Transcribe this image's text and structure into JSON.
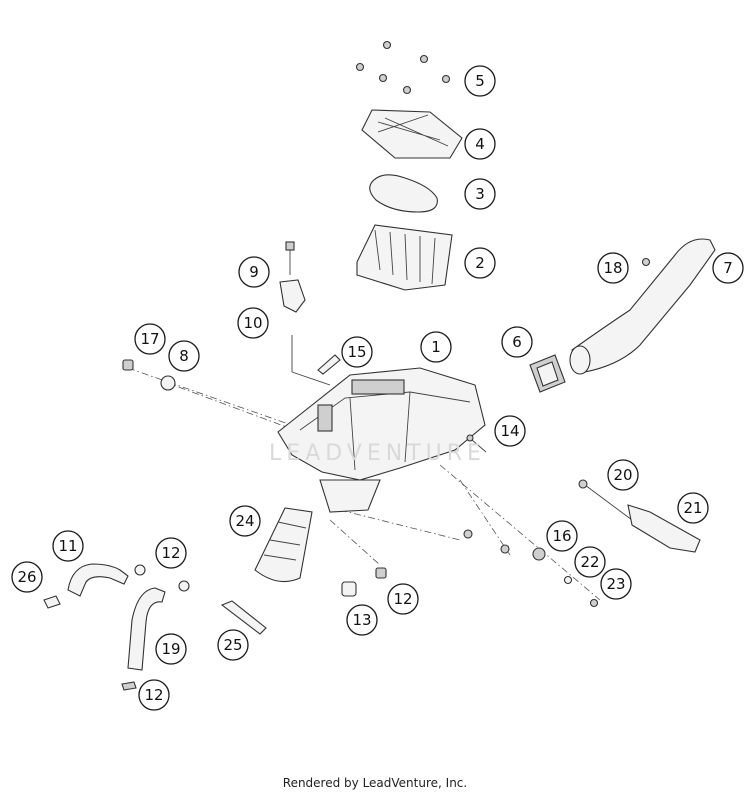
{
  "watermark": "LEADVENTURE",
  "footer": "Rendered by LeadVenture, Inc.",
  "callouts": [
    {
      "id": "1",
      "label": "1"
    },
    {
      "id": "2",
      "label": "2"
    },
    {
      "id": "3",
      "label": "3"
    },
    {
      "id": "4",
      "label": "4"
    },
    {
      "id": "5",
      "label": "5"
    },
    {
      "id": "6",
      "label": "6"
    },
    {
      "id": "7",
      "label": "7"
    },
    {
      "id": "8",
      "label": "8"
    },
    {
      "id": "9",
      "label": "9"
    },
    {
      "id": "10",
      "label": "10"
    },
    {
      "id": "11",
      "label": "11"
    },
    {
      "id": "12a",
      "label": "12"
    },
    {
      "id": "12b",
      "label": "12"
    },
    {
      "id": "12c",
      "label": "12"
    },
    {
      "id": "13",
      "label": "13"
    },
    {
      "id": "14",
      "label": "14"
    },
    {
      "id": "15",
      "label": "15"
    },
    {
      "id": "16",
      "label": "16"
    },
    {
      "id": "17",
      "label": "17"
    },
    {
      "id": "18",
      "label": "18"
    },
    {
      "id": "19",
      "label": "19"
    },
    {
      "id": "20",
      "label": "20"
    },
    {
      "id": "21",
      "label": "21"
    },
    {
      "id": "22",
      "label": "22"
    },
    {
      "id": "23",
      "label": "23"
    },
    {
      "id": "24",
      "label": "24"
    },
    {
      "id": "25",
      "label": "25"
    },
    {
      "id": "26",
      "label": "26"
    }
  ]
}
